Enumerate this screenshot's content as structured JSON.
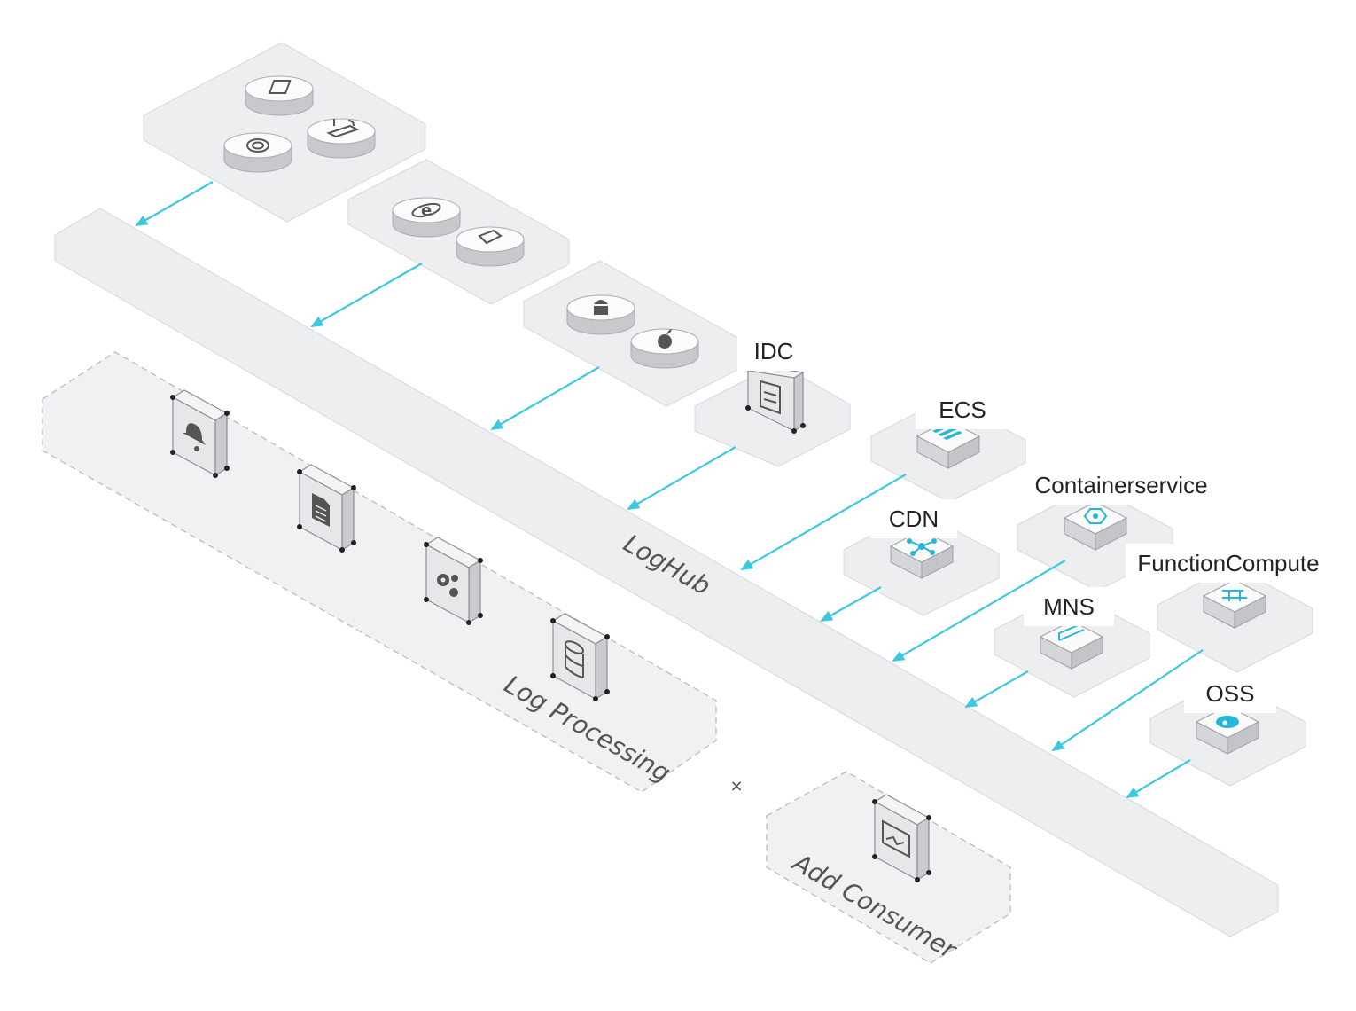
{
  "diagram": {
    "central_bus": "LogHub",
    "log_processing_label": "Log Processing",
    "add_consumer_label": "Add Consumer",
    "sources": [
      {
        "label": "IDC"
      },
      {
        "label": "ECS"
      },
      {
        "label": "Containerservice"
      },
      {
        "label": "CDN"
      },
      {
        "label": "FunctionCompute"
      },
      {
        "label": "MNS"
      },
      {
        "label": "OSS"
      }
    ],
    "device_groups": [
      {
        "icons": [
          "tablet-icon",
          "router-icon",
          "fingerprint-icon"
        ]
      },
      {
        "icons": [
          "ie-browser-icon",
          "code-file-icon"
        ]
      },
      {
        "icons": [
          "android-icon",
          "apple-icon"
        ]
      }
    ],
    "processing_icons": [
      "alarm-bell-icon",
      "document-icon",
      "gears-icon",
      "database-icon"
    ],
    "consumer_icon": "monitor-chart-icon",
    "separator": "×",
    "colors": {
      "arrow": "#3ec8e0",
      "accent": "#27b6d6",
      "plate": "#eceef0"
    }
  }
}
